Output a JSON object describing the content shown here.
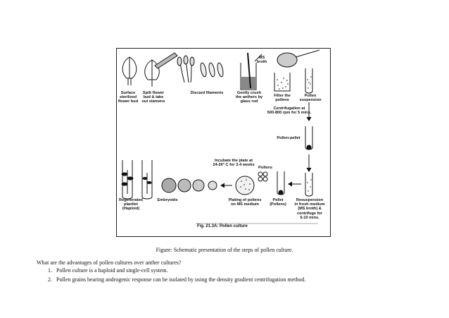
{
  "figure": {
    "steps": {
      "surface_sterilized": "Surface\nsterilized\nflower bud",
      "split_flower": "Split flower\nbud & take\nout stamens",
      "discard_filaments": "Discard filaments",
      "gently_crush": "Gently crush\nthe anthers by\nglass rod",
      "ms_broth": "MS\nbroth",
      "filter_pollens": "Filter the\npollens",
      "pollen_suspension": "Pollen\nsuspension",
      "centrifugation": "Centrifugation at\n500-800 rpm for 5 mins.",
      "pollen_pellet": "Pollen-pellet",
      "incubate": "Incubate the plate at\n24-26° C for 3-4 weeks",
      "pollens": "Pollens",
      "regenerated": "Regenerated\nplantlet\n(Haploid)",
      "embryoids": "Embryoids",
      "plating": "Plating of pollens\non MS medium",
      "pellet": "Pellet\n(Pollens)",
      "resuspension": "Resuspension\nin fresh medium\n(MS broth) &\ncentrifuge for\n5-10 mins."
    },
    "figure_label": "Fig. 21.3A: Pollen culture"
  },
  "caption": "Figure: Schematic presentation of the steps of pollen culture.",
  "question": "What are the advantages of pollen cultures over anther cultures?",
  "answers": [
    {
      "num": "1.",
      "text": "Pollen culture is a haploid and single-cell system."
    },
    {
      "num": "2.",
      "text": "Pollen grains bearing androgenic response can be isolated by using the density gradient centrifugation method."
    }
  ]
}
